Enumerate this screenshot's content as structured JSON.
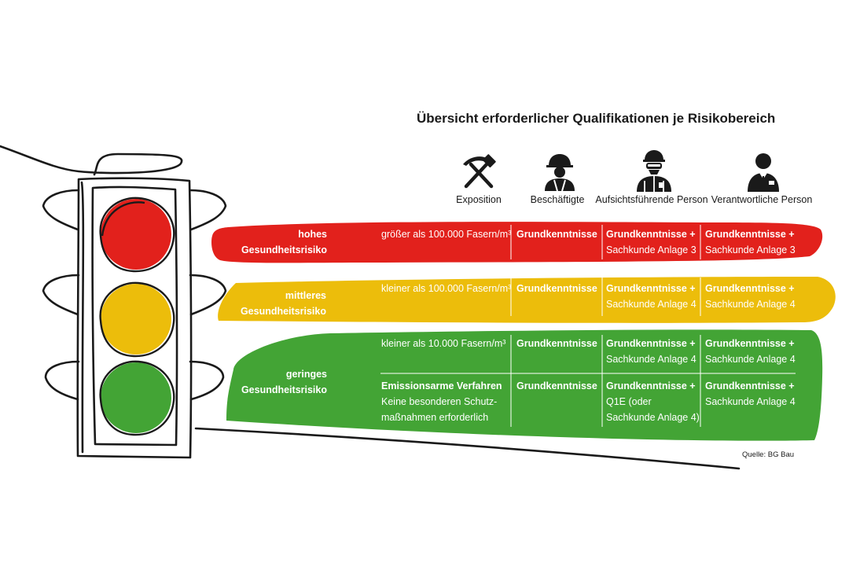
{
  "title": "Übersicht erforderlicher Qualifikationen je Risikobereich",
  "columns": [
    {
      "label": "Exposition",
      "icon": "hammer-pick-icon"
    },
    {
      "label": "Beschäftigte",
      "icon": "construction-worker-icon"
    },
    {
      "label": "Aufsichtsführende Person",
      "icon": "protective-suit-worker-icon"
    },
    {
      "label": "Verantwortliche Person",
      "icon": "businessman-icon"
    }
  ],
  "colors": {
    "red": "#e2211c",
    "yellow": "#ecbd0b",
    "green": "#43a435",
    "text_on_band": "#ffffff",
    "outline": "#1a1a1a"
  },
  "rows": {
    "high": {
      "risk_line1": "hohes",
      "risk_line2": "Gesundheitsrisiko",
      "exposure": "größer als 100.000 Fasern/m³",
      "employees": "Grundkenntnisse",
      "supervisor_line1": "Grundkenntnisse +",
      "supervisor_line2": "Sachkunde Anlage 3",
      "responsible_line1": "Grundkenntnisse +",
      "responsible_line2": "Sachkunde Anlage 3"
    },
    "medium": {
      "risk_line1": "mittleres",
      "risk_line2": "Gesundheitsrisiko",
      "exposure": "kleiner als 100.000 Fasern/m³",
      "employees": "Grundkenntnisse",
      "supervisor_line1": "Grundkenntnisse +",
      "supervisor_line2": "Sachkunde Anlage 4",
      "responsible_line1": "Grundkenntnisse +",
      "responsible_line2": "Sachkunde Anlage 4"
    },
    "low": {
      "risk_line1": "geringes",
      "risk_line2": "Gesundheitsrisiko",
      "a": {
        "exposure": "kleiner als 10.000 Fasern/m³",
        "employees": "Grundkenntnisse",
        "supervisor_line1": "Grundkenntnisse +",
        "supervisor_line2": "Sachkunde Anlage 4",
        "responsible_line1": "Grundkenntnisse +",
        "responsible_line2": "Sachkunde Anlage 4"
      },
      "b": {
        "exposure_line1": "Emissionsarme Verfahren",
        "exposure_line2": "Keine besonderen Schutz-",
        "exposure_line3": "maßnahmen erforderlich",
        "employees": "Grundkenntnisse",
        "supervisor_line1": "Grundkenntnisse +",
        "supervisor_line2": "Q1E (oder",
        "supervisor_line3": "Sachkunde Anlage 4)",
        "responsible_line1": "Grundkenntnisse +",
        "responsible_line2": "Sachkunde Anlage 4"
      }
    }
  },
  "source": "Quelle: BG Bau"
}
